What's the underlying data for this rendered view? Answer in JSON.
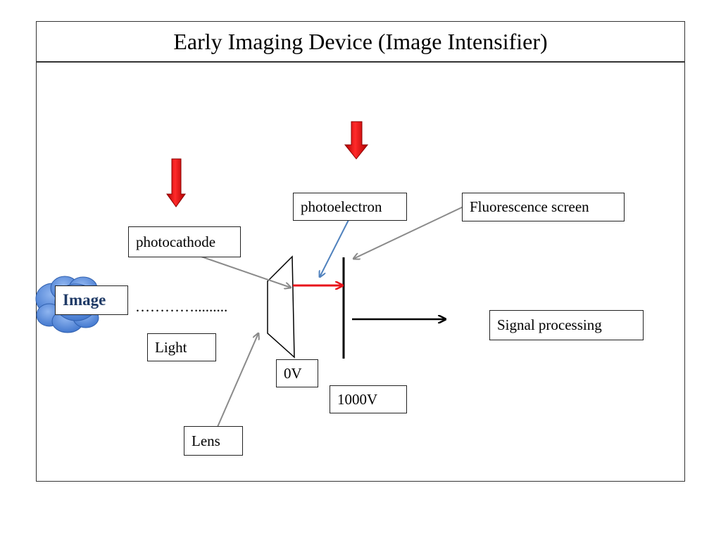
{
  "title": "Early Imaging Device (Image Intensifier)",
  "labels": {
    "image": "Image",
    "light_dots": "………….........",
    "light": "Light",
    "photocathode": "photocathode",
    "photoelectron": "photoelectron",
    "fluorescence_screen": "Fluorescence screen",
    "signal_processing": "Signal processing",
    "zero_volt": "0V",
    "thousand_volt": "1000V",
    "lens": "Lens"
  },
  "colors": {
    "highlight_arrow": "#e8141b",
    "electron_beam": "#e8141b",
    "pointer_gray": "#8a8a8a",
    "pointer_blue": "#4f81bd",
    "cloud": "#4f86d9",
    "image_text": "#1f3a66"
  }
}
